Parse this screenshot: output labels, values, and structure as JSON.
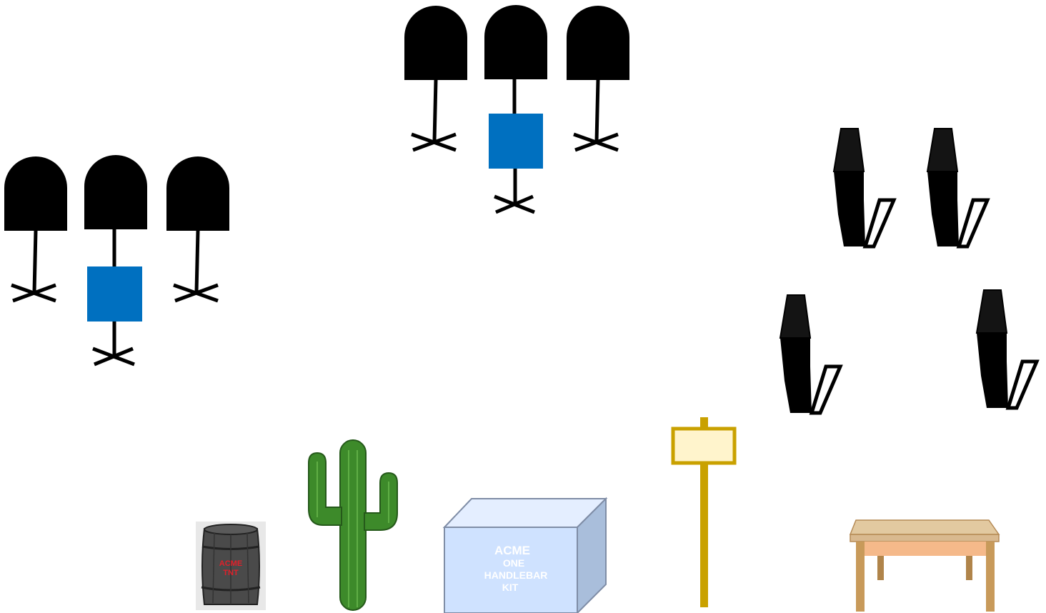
{
  "scene": {
    "background": "#ffffff",
    "colors": {
      "figure_black": "#000000",
      "figure_dark": "#141414",
      "accent_blue": "#0070c0",
      "signpost_gold": "#c9a100",
      "sign_cream": "#fff4cc",
      "box_front": "#cfe2ff",
      "box_top": "#e4eeff",
      "box_side": "#a9bedb",
      "box_edge": "#7f8da6",
      "cactus_green": "#3d8a2a",
      "table_top": "#d9b98f",
      "table_apron": "#f5b98a",
      "table_leg": "#c89a5a",
      "barrel_body": "#4a4a4a",
      "barrel_text": "#e0202a"
    },
    "groups": [
      {
        "id": "group-left",
        "figures": [
          "figure",
          "figure",
          "figure"
        ],
        "marker": "blue-square"
      },
      {
        "id": "group-top",
        "figures": [
          "figure",
          "figure",
          "figure"
        ],
        "marker": "blue-square"
      }
    ],
    "chairs": [
      {
        "id": "chair-1",
        "icon": "chair-icon"
      },
      {
        "id": "chair-2",
        "icon": "chair-icon"
      },
      {
        "id": "chair-3",
        "icon": "chair-icon"
      },
      {
        "id": "chair-4",
        "icon": "chair-icon"
      }
    ],
    "props": {
      "barrel": {
        "icon": "tnt-barrel-icon",
        "label_line1": "ACME",
        "label_line2": "TNT"
      },
      "cactus": {
        "icon": "cactus-icon"
      },
      "crate": {
        "icon": "crate-icon",
        "line1": "ACME",
        "line2": "ONE",
        "line3": "HANDLEBAR",
        "line4": "KIT"
      },
      "signpost": {
        "icon": "signpost-icon"
      },
      "table": {
        "icon": "table-icon"
      }
    }
  }
}
